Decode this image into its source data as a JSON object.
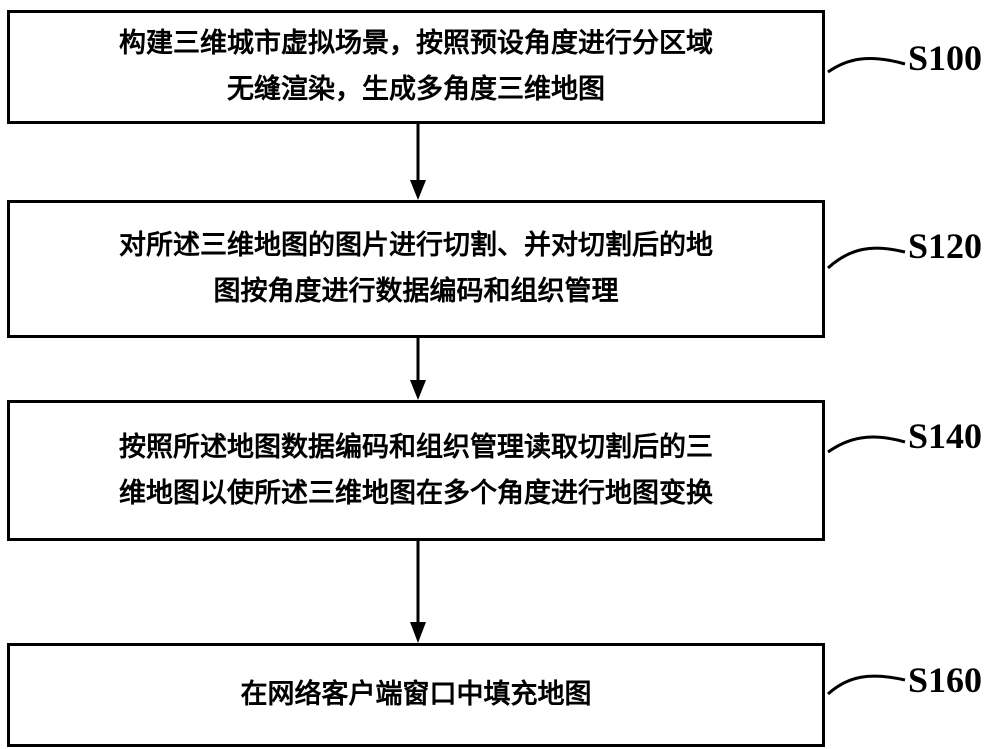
{
  "steps": [
    {
      "id": "S100",
      "lines": [
        "构建三维城市虚拟场景，按照预设角度进行分区域",
        "无缝渲染，生成多角度三维地图"
      ]
    },
    {
      "id": "S120",
      "lines": [
        "对所述三维地图的图片进行切割、并对切割后的地",
        "图按角度进行数据编码和组织管理"
      ]
    },
    {
      "id": "S140",
      "lines": [
        "按照所述地图数据编码和组织管理读取切割后的三",
        "维地图以使所述三维地图在多个角度进行地图变换"
      ]
    },
    {
      "id": "S160",
      "lines": [
        "在网络客户端窗口中填充地图"
      ]
    }
  ]
}
